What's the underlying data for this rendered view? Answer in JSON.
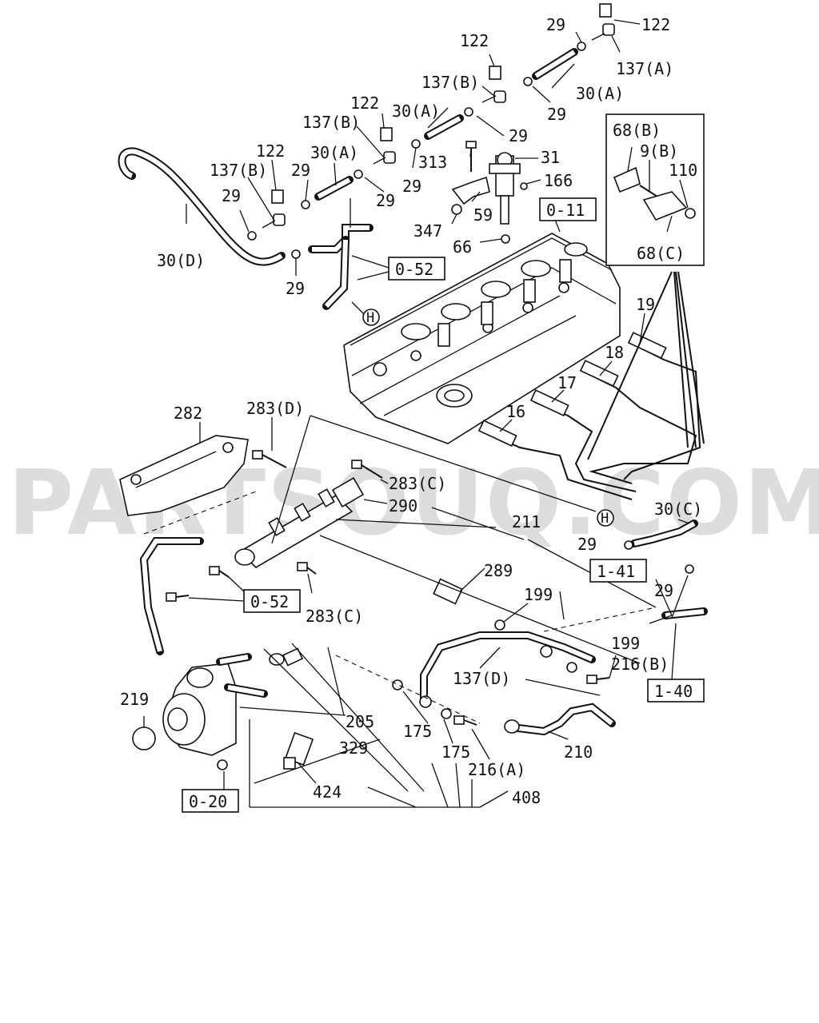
{
  "watermark": "PARTSOUQ.COM",
  "callouts": {
    "l122a": "122",
    "l29a": "29",
    "l137Aa": "137(A)",
    "l122b": "122",
    "l137Ba": "137(B)",
    "l29b": "29",
    "l30Aa": "30(A)",
    "l122c": "122",
    "l30Ab": "30(A)",
    "l137Bb": "137(B)",
    "l29c": "29",
    "l122d": "122",
    "l30Ac": "30(A)",
    "l137Bc": "137(B)",
    "l29d": "29",
    "l29e": "29",
    "l313": "313",
    "l31": "31",
    "l166": "166",
    "l29f": "29",
    "l29g": "29",
    "l59": "59",
    "l347": "347",
    "l66": "66",
    "l30D": "30(D)",
    "l29h": "29",
    "l68B": "68(B)",
    "l9B": "9(B)",
    "l110": "110",
    "l68C": "68(C)",
    "l19": "19",
    "l18": "18",
    "l17": "17",
    "l16": "16",
    "l282": "282",
    "l283D": "283(D)",
    "l283Ca": "283(C)",
    "l290": "290",
    "l211": "211",
    "l30C": "30(C)",
    "l29i": "29",
    "l29j": "29",
    "l289": "289",
    "l199a": "199",
    "l283Cb": "283(C)",
    "l199b": "199",
    "l216B": "216(B)",
    "l137D": "137(D)",
    "l219": "219",
    "l205": "205",
    "l175a": "175",
    "l175b": "175",
    "l329": "329",
    "l216A": "216(A)",
    "l210": "210",
    "l424": "424",
    "l408": "408"
  },
  "refs": {
    "r011": "0-11",
    "r052a": "0-52",
    "r052b": "0-52",
    "r141": "1-41",
    "r140": "1-40",
    "r020": "0-20"
  },
  "markers": {
    "ha": "H",
    "hb": "H"
  }
}
